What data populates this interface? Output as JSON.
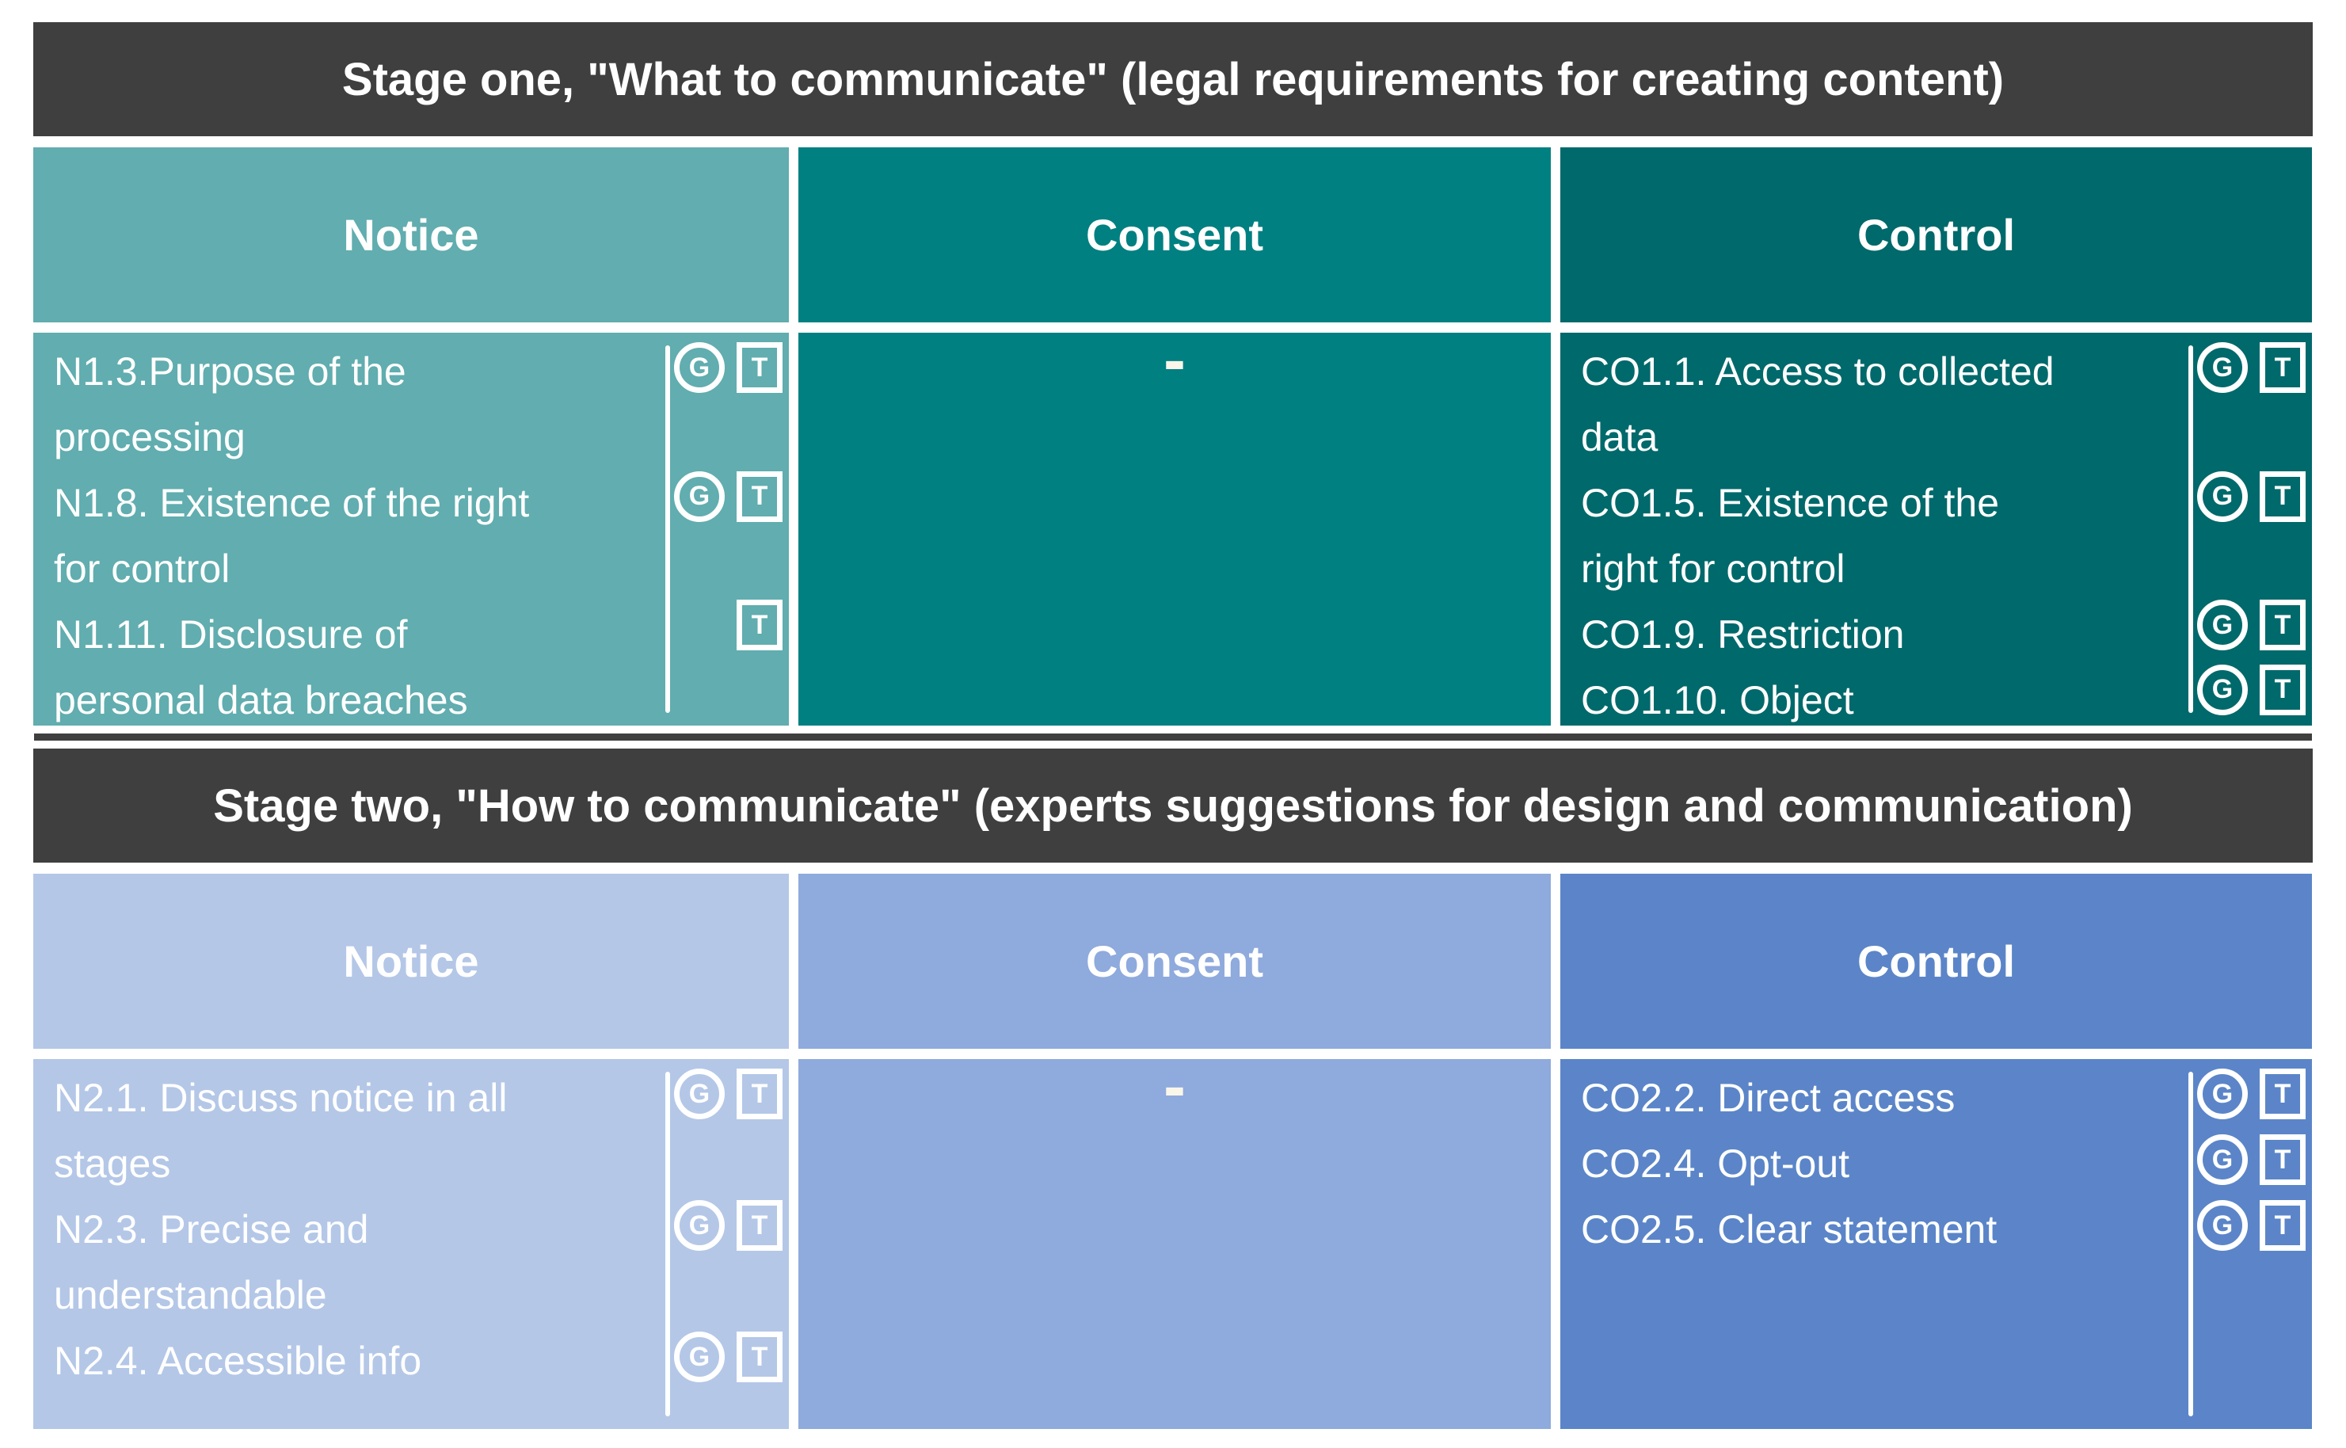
{
  "palette": {
    "page_background": "#FFFFFF",
    "stage_bar_background": "#3F3F3F",
    "stage_divider_color": "#3F3F3F",
    "text_color": "#FFFFFF",
    "dash_color": "#FAF6E9"
  },
  "icons": {
    "g_label": "G",
    "t_label": "T"
  },
  "stages": [
    {
      "id": "stage-one",
      "title": "Stage one, \"What to communicate\" (legal requirements for creating content)",
      "columns": [
        {
          "label": "Notice",
          "color": "#61ADAF",
          "type": "items",
          "items": [
            {
              "lines": [
                "N1.3.Purpose of the",
                "processing"
              ],
              "g": true,
              "t": true
            },
            {
              "lines": [
                "N1.8. Existence of the right",
                "for control"
              ],
              "g": true,
              "t": true
            },
            {
              "lines": [
                "N1.11. Disclosure of",
                "personal data breaches"
              ],
              "g": false,
              "t": true
            }
          ]
        },
        {
          "label": "Consent",
          "color": "#008081",
          "type": "dash",
          "dash": "-"
        },
        {
          "label": "Control",
          "color": "#00696B",
          "type": "items",
          "items": [
            {
              "lines": [
                "CO1.1. Access to collected",
                "data"
              ],
              "g": true,
              "t": true
            },
            {
              "lines": [
                "CO1.5. Existence of the",
                "right for control"
              ],
              "g": true,
              "t": true
            },
            {
              "lines": [
                "CO1.9. Restriction"
              ],
              "g": true,
              "t": true
            },
            {
              "lines": [
                "CO1.10. Object"
              ],
              "g": true,
              "t": true
            }
          ]
        }
      ]
    },
    {
      "id": "stage-two",
      "title": "Stage two, \"How to communicate\" (experts suggestions for design and communication)",
      "columns": [
        {
          "label": "Notice",
          "color": "#B4C7E7",
          "type": "items",
          "items": [
            {
              "lines": [
                "N2.1. Discuss notice in all",
                "stages"
              ],
              "g": true,
              "t": true
            },
            {
              "lines": [
                "N2.3. Precise and",
                "understandable"
              ],
              "g": true,
              "t": true
            },
            {
              "lines": [
                "N2.4. Accessible info"
              ],
              "g": true,
              "t": true
            }
          ]
        },
        {
          "label": "Consent",
          "color": "#8FAADC",
          "type": "dash",
          "dash": "-"
        },
        {
          "label": "Control",
          "color": "#5B85C8",
          "type": "items",
          "items": [
            {
              "lines": [
                "CO2.2. Direct access"
              ],
              "g": true,
              "t": true
            },
            {
              "lines": [
                "CO2.4. Opt-out"
              ],
              "g": true,
              "t": true
            },
            {
              "lines": [
                "CO2.5. Clear statement"
              ],
              "g": true,
              "t": true
            }
          ]
        }
      ]
    }
  ]
}
